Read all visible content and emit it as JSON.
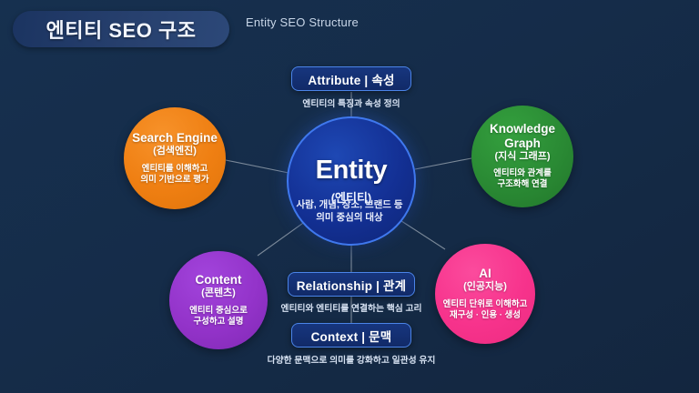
{
  "header": {
    "title": "엔티티 SEO 구조",
    "subtitle": "Entity SEO Structure"
  },
  "center": {
    "title": "Entity",
    "subtitle": "(엔티티)",
    "description": "사람, 개념, 장소, 브랜드 등\n의미 중심의 대상",
    "description_line1": "사람, 개념, 장소, 브랜드 등",
    "description_line2": "의미 중심의 대상",
    "color": "#133094",
    "border_color": "#3f78ee"
  },
  "nodes": [
    {
      "id": "search-engine",
      "title": "Search Engine",
      "subtitle": "(검색엔진)",
      "desc_line1": "엔티티를 이해하고",
      "desc_line2": "의미 기반으로 평가",
      "color": "#ef7f12"
    },
    {
      "id": "knowledge-graph",
      "title": "Knowledge Graph",
      "title_line1": "Knowledge",
      "title_line2": "Graph",
      "subtitle": "(지식 그래프)",
      "desc_line1": "엔티티와 관계를",
      "desc_line2": "구조화해 연결",
      "color": "#2a8a34"
    },
    {
      "id": "content",
      "title": "Content",
      "subtitle": "(콘텐츠)",
      "desc_line1": "엔티티 중심으로",
      "desc_line2": "구성하고 설명",
      "color": "#9333c9"
    },
    {
      "id": "ai",
      "title": "AI",
      "subtitle": "(인공지능)",
      "desc_line1": "엔티티 단위로 이해하고",
      "desc_line2": "재구성 · 인용 · 생성",
      "color": "#f7338c"
    }
  ],
  "boxes": [
    {
      "id": "attribute",
      "label": "Attribute | 속성",
      "caption": "엔티티의 특징과 속성 정의"
    },
    {
      "id": "relationship",
      "label": "Relationship | 관계",
      "caption": "엔티티와 엔티티를 연결하는 핵심 고리"
    },
    {
      "id": "context",
      "label": "Context | 문맥",
      "caption": "다양한 문맥으로 의미를 강화하고 일관성 유지"
    }
  ],
  "theme": {
    "background": "#152c49",
    "connector": "#8d9aa8"
  }
}
